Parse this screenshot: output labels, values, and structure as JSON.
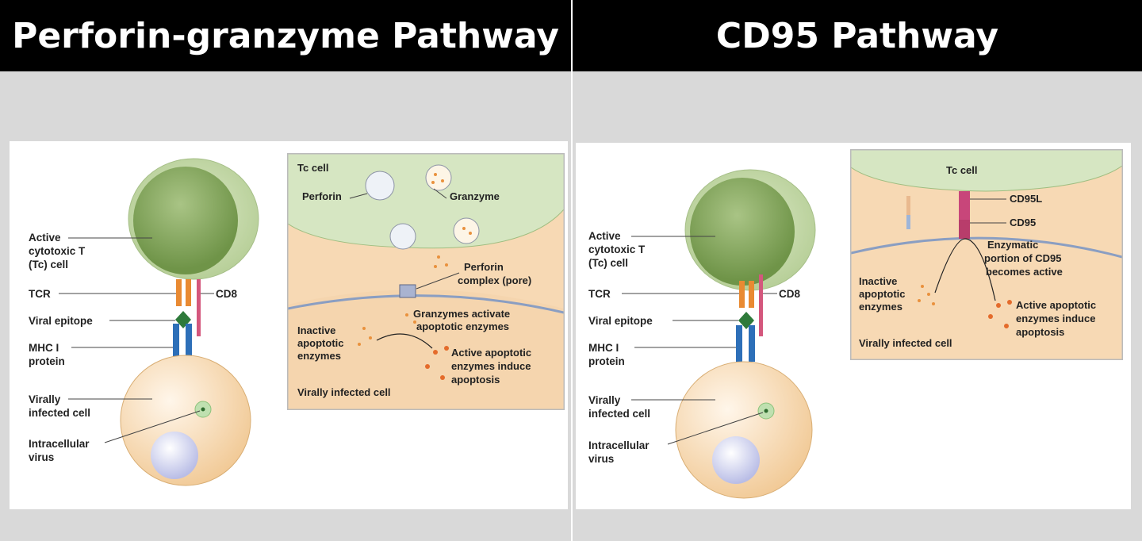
{
  "headers": {
    "left": "Perforin-granzyme Pathway",
    "right": "CD95 Pathway"
  },
  "left_cell": {
    "active_tc_1": "Active",
    "active_tc_2": "cytotoxic T",
    "active_tc_3": "(Tc) cell",
    "tcr": "TCR",
    "cd8": "CD8",
    "viral_epitope": "Viral epitope",
    "mhc_1": "MHC I",
    "mhc_2": "protein",
    "virally_1": "Virally",
    "virally_2": "infected cell",
    "intra_1": "Intracellular",
    "intra_2": "virus"
  },
  "left_inset": {
    "tc_cell": "Tc cell",
    "perforin": "Perforin",
    "granzyme": "Granzyme",
    "perforin_complex_1": "Perforin",
    "perforin_complex_2": "complex (pore)",
    "granzymes_activate_1": "Granzymes activate",
    "granzymes_activate_2": "apoptotic enzymes",
    "inactive_1": "Inactive",
    "inactive_2": "apoptotic",
    "inactive_3": "enzymes",
    "active_1": "Active apoptotic",
    "active_2": "enzymes induce",
    "active_3": "apoptosis",
    "virally_infected": "Virally infected cell"
  },
  "right_cell": {
    "active_tc_1": "Active",
    "active_tc_2": "cytotoxic T",
    "active_tc_3": "(Tc) cell",
    "tcr": "TCR",
    "cd8": "CD8",
    "viral_epitope": "Viral epitope",
    "mhc_1": "MHC I",
    "mhc_2": "protein",
    "virally_1": "Virally",
    "virally_2": "infected cell",
    "intra_1": "Intracellular",
    "intra_2": "virus"
  },
  "right_inset": {
    "tc_cell": "Tc cell",
    "cd95l": "CD95L",
    "cd95": "CD95",
    "enzymatic_1": "Enzymatic",
    "enzymatic_2": "portion of CD95",
    "enzymatic_3": "becomes active",
    "inactive_1": "Inactive",
    "inactive_2": "apoptotic",
    "inactive_3": "enzymes",
    "active_1": "Active apoptotic",
    "active_2": "enzymes induce",
    "active_3": "apoptosis",
    "virally_infected": "Virally infected cell"
  }
}
